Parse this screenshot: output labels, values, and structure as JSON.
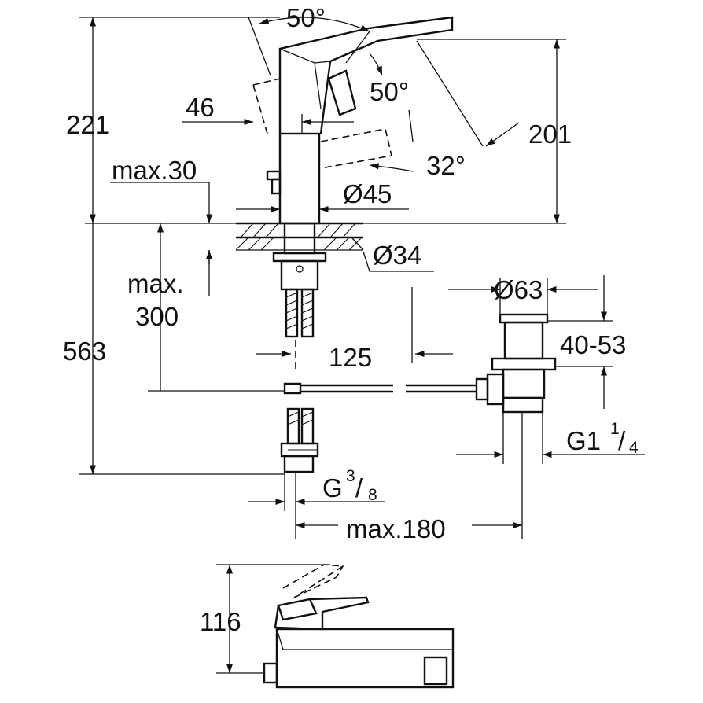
{
  "dimensions": {
    "angle_lever_top": "50°",
    "angle_lever_side": "50°",
    "angle_spout": "32°",
    "height_total": "221",
    "height_spout": "201",
    "lever_offset": "46",
    "max_deck": "max.30",
    "dia_body": "Ø45",
    "dia_hole": "Ø34",
    "max_depth_line1": "max.",
    "max_depth_line2": "300",
    "hose_length": "563",
    "waste_offset": "125",
    "dia_waste": "Ø63",
    "waste_height": "40-53",
    "waste_thread_main": "G1",
    "waste_thread_num": "1",
    "waste_thread_den": "4",
    "supply_thread_main": "G",
    "supply_thread_num": "3",
    "supply_thread_den": "8",
    "max_rod": "max.180",
    "top_view_height": "116"
  }
}
